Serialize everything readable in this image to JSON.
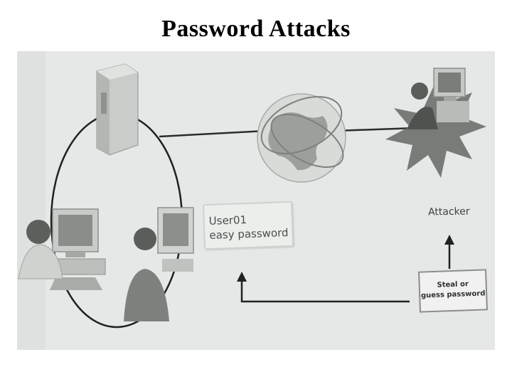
{
  "slide": {
    "title": "Password Attacks"
  },
  "diagram": {
    "credential_box": {
      "username": "User01",
      "password_note": "easy password"
    },
    "attacker_label": "Attacker",
    "action_box": {
      "line1": "Steal or",
      "line2": "guess password"
    },
    "colors": {
      "background": "#e6e8e7",
      "line": "#1f2220",
      "device": "#cdd0cd",
      "starburst": "#6b6f6c"
    },
    "icons": [
      "server-icon",
      "globe-icon",
      "workstation-icon",
      "user-icon",
      "attacker-icon",
      "starburst-icon"
    ]
  }
}
